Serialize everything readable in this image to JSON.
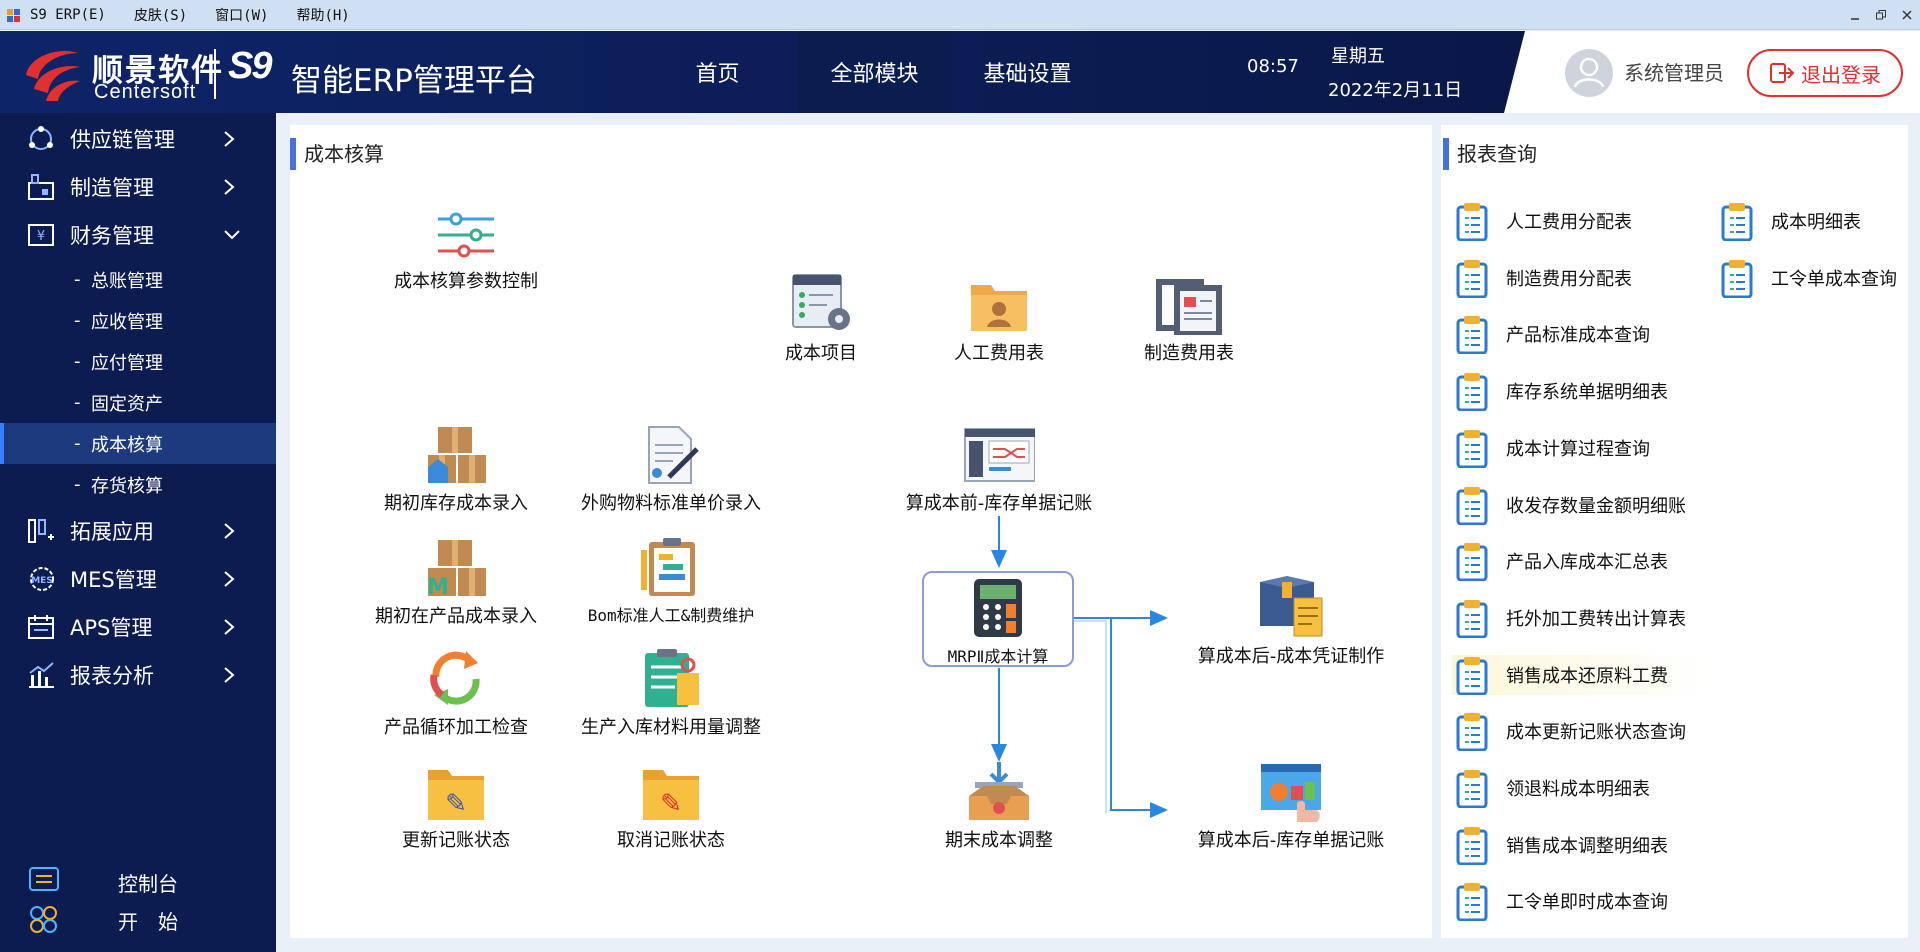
{
  "menubar": {
    "items": [
      "S9 ERP(E)",
      "皮肤(S)",
      "窗口(W)",
      "帮助(H)"
    ]
  },
  "header": {
    "brand_cn": "顺景软件",
    "brand_en": "Centersoft",
    "product_mark": "S9",
    "platform": "智能ERP管理平台",
    "tabs": [
      {
        "label": "首页"
      },
      {
        "label": "全部模块",
        "active": true
      },
      {
        "label": "基础设置"
      }
    ],
    "time": "08:57",
    "weekday": "星期五",
    "date": "2022年2月11日",
    "user": "系统管理员",
    "logout": "退出登录"
  },
  "sidebar": {
    "items": [
      {
        "label": "供应链管理",
        "icon": "supply-chain-icon"
      },
      {
        "label": "制造管理",
        "icon": "factory-icon"
      },
      {
        "label": "财务管理",
        "icon": "finance-icon",
        "expanded": true
      },
      {
        "label": "拓展应用",
        "icon": "extension-icon"
      },
      {
        "label": "MES管理",
        "icon": "mes-icon"
      },
      {
        "label": "APS管理",
        "icon": "calendar-icon"
      },
      {
        "label": "报表分析",
        "icon": "chart-icon"
      }
    ],
    "finance_sub": [
      "总账管理",
      "应收管理",
      "应付管理",
      "固定资产",
      "成本核算",
      "存货核算"
    ],
    "finance_active": "成本核算",
    "bottom": [
      {
        "label": "控制台",
        "icon": "console-icon"
      },
      {
        "label": "开　始",
        "icon": "start-icon"
      }
    ]
  },
  "cost": {
    "title": "成本核算",
    "functions": {
      "param": "成本核算参数控制",
      "cost_item": "成本项目",
      "labor": "人工费用表",
      "mfg": "制造费用表",
      "init_stock": "期初库存成本录入",
      "purchase_price": "外购物料标准单价录入",
      "pre_post": "算成本前-库存单据记账",
      "init_wip": "期初在产品成本录入",
      "bom_labor": "Bom标准人工&制费维护",
      "mrp": "MRPⅡ成本计算",
      "voucher": "算成本后-成本凭证制作",
      "cycle_check": "产品循环加工检查",
      "material_adjust": "生产入库材料用量调整",
      "update_post": "更新记账状态",
      "cancel_post": "取消记账状态",
      "period_adjust": "期末成本调整",
      "post_stock": "算成本后-库存单据记账"
    }
  },
  "reports": {
    "title": "报表查询",
    "col1": [
      "人工费用分配表",
      "制造费用分配表",
      "产品标准成本查询",
      "库存系统单据明细表",
      "成本计算过程查询",
      "收发存数量金额明细账",
      "产品入库成本汇总表",
      "托外加工费转出计算表",
      "销售成本还原料工费",
      "成本更新记账状态查询",
      "领退料成本明细表",
      "销售成本调整明细表",
      "工令单即时成本查询"
    ],
    "col2": [
      "成本明细表",
      "工令单成本查询"
    ],
    "highlighted": "销售成本还原料工费"
  },
  "colors": {
    "header_bg": "#0d1e5c",
    "sidebar_bg": "#0c1b50",
    "accent": "#4a6fe0",
    "logout": "#e03030",
    "sidebar_active": "#1d3a7e"
  }
}
